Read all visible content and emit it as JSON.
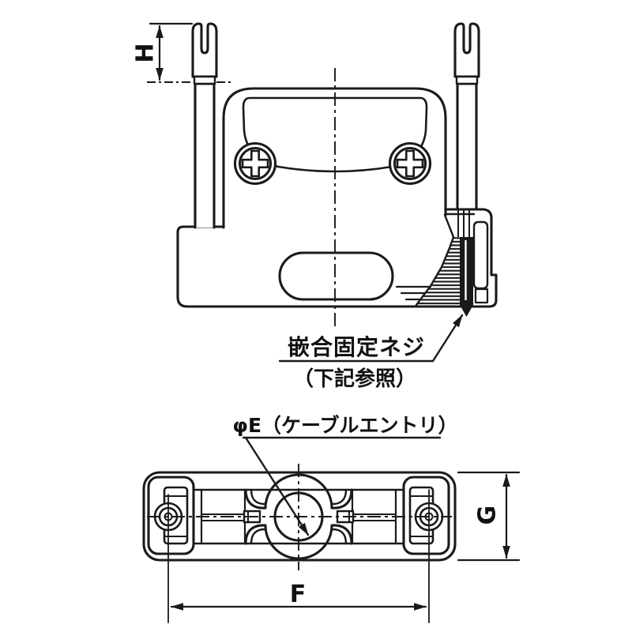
{
  "drawing": {
    "dimensions": {
      "height": "H",
      "width": "F",
      "depth": "G"
    },
    "annotations": {
      "fixing_screw": {
        "label": "嵌合固定ネジ",
        "note": "（下記参照）"
      },
      "cable_entry": {
        "label": "φE（ケーブルエントリ）"
      }
    },
    "colors": {
      "line": "#1a1a1a",
      "background": "#ffffff"
    }
  }
}
